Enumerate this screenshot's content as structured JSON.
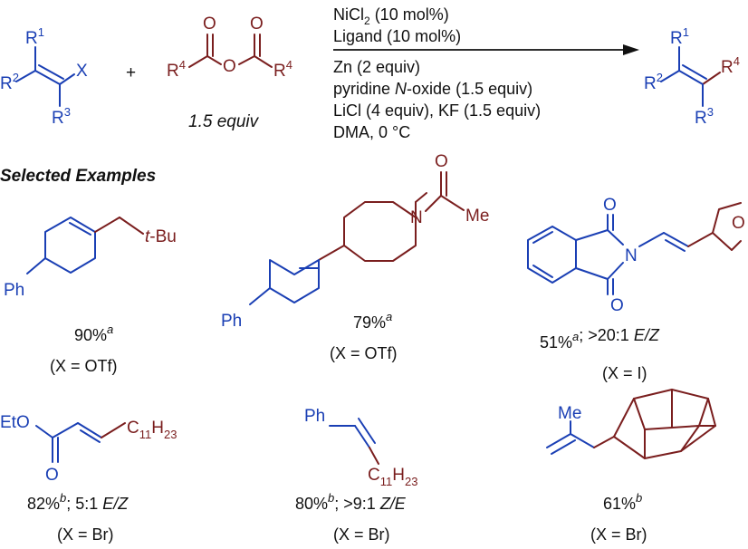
{
  "reaction": {
    "reagent_amount": "1.5 equiv",
    "plus": "+",
    "conditions_above": [
      "NiCl2 (10 mol%)",
      "Ligand (10 mol%)"
    ],
    "conditions_below": [
      "Zn (2 equiv)",
      "pyridine N-oxide (1.5 equiv)",
      "LiCl (4 equiv), KF (1.5 equiv)",
      "DMA, 0 °C"
    ]
  },
  "section_title": "Selected Examples",
  "examples": [
    {
      "yield": "90%",
      "note": "a",
      "leaving_group": "(X = OTf)"
    },
    {
      "yield": "79%",
      "note": "a",
      "leaving_group": "(X = OTf)"
    },
    {
      "yield": "51%",
      "note": "a",
      "selectivity": "; >20:1 E/Z",
      "leaving_group": "(X = I)"
    },
    {
      "yield": "82%",
      "note": "b",
      "selectivity": "; 5:1 E/Z",
      "leaving_group": "(X = Br)"
    },
    {
      "yield": "80%",
      "note": "b",
      "selectivity": "; >9:1 Z/E",
      "leaving_group": "(X = Br)"
    },
    {
      "yield": "61%",
      "note": "b",
      "leaving_group": "(X = Br)"
    }
  ],
  "colors": {
    "substrate": "#1a3fb4",
    "acyl": "#7a1e1e",
    "text": "#111111"
  }
}
